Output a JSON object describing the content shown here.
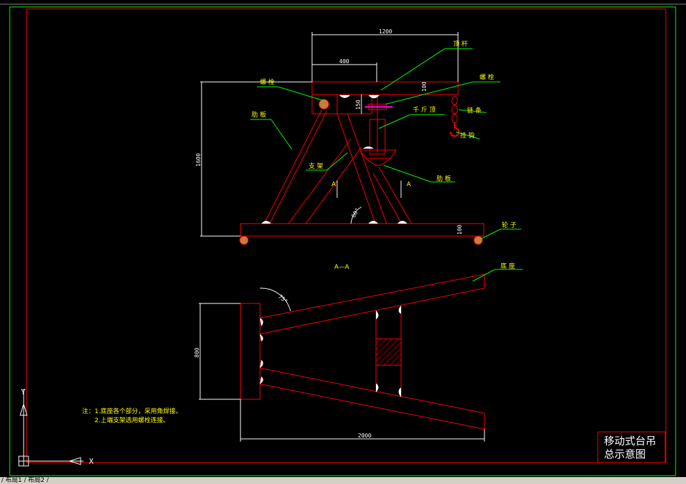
{
  "drawing": {
    "title_line1": "移动式台吊",
    "title_line2": "总示意图",
    "section_label": "A—A",
    "section_mark_left": "A",
    "section_mark_right": "A",
    "labels": {
      "top_rod": "顶 杆",
      "bolt_left": "螺 栓",
      "bolt_right": "螺 栓",
      "rib_left": "肋 板",
      "jack": "千 斤 顶",
      "chain": "链 条",
      "hook": "挂 钩",
      "bracket": "支 架",
      "rib_right": "肋 板",
      "wheel": "轮 子",
      "base": "底 座"
    },
    "dimensions": {
      "width_top": "1200",
      "offset_400": "400",
      "h_100_top": "100",
      "h_150": "150",
      "height_1600": "1600",
      "h_100_base": "100",
      "angle_60": "60°",
      "angle_75": "75°",
      "width_800": "800",
      "width_2000": "2000"
    },
    "notes": {
      "line1": "注：1.底座各个部分，采用角焊接。",
      "line2": "2.上端支架选用螺栓连接。"
    },
    "ucs": {
      "y_label": "Y",
      "x_label": "X"
    }
  },
  "statusbar": {
    "tabs_text": "/ 布局1 / 布局2 /"
  },
  "colors": {
    "background": "#000000",
    "geometry": "#ff0000",
    "dimension": "#ffffff",
    "leader": "#00ff00",
    "label": "#ffff00",
    "border_outer": "#00ff00"
  }
}
